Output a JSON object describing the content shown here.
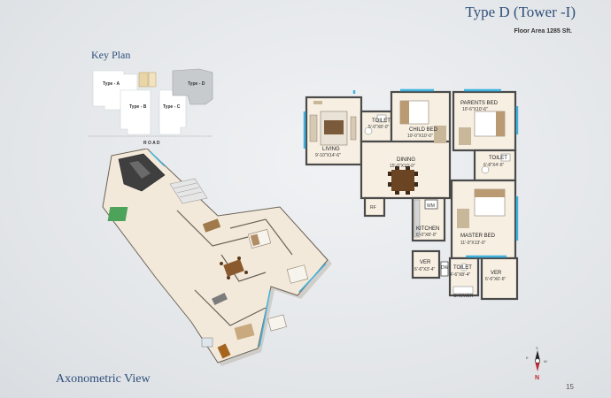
{
  "header": {
    "title": "Type D (Tower -I)",
    "floor_area": "Floor Area 1285 Sft."
  },
  "key_plan": {
    "title": "Key Plan",
    "units": [
      "Type - A",
      "Type - B",
      "Type - C",
      "Type - D"
    ],
    "road_label": "R O A D"
  },
  "floor_plan": {
    "rooms": [
      {
        "name": "TOILET",
        "dim": "5'-0\"X8'-0\""
      },
      {
        "name": "CHILD BED",
        "dim": "10'-0\"X10'-0\""
      },
      {
        "name": "PARENTS BED",
        "dim": "10'-6\"X10'-6\""
      },
      {
        "name": "LIVING",
        "dim": "9'-10\"X14'-6\""
      },
      {
        "name": "DINING",
        "dim": "15'-0\"X10'-0\""
      },
      {
        "name": "TOILET",
        "dim": "6'-8\"X4'-6\""
      },
      {
        "name": "KITCHEN",
        "dim": "6'-0\"X8'-0\""
      },
      {
        "name": "MASTER BED",
        "dim": "11'-0\"X13'-0\""
      },
      {
        "name": "VER",
        "dim": "6'-6\"X3'-4\""
      },
      {
        "name": "TOILET",
        "dim": "4'-6\"X8'-4\""
      },
      {
        "name": "VER",
        "dim": "6'-6\"X6'-6\""
      }
    ],
    "small_labels": {
      "rf": "RF",
      "wm": "WM",
      "shower": "SHOWER",
      "dw": "DW"
    }
  },
  "compass": {
    "north": "N",
    "east": "E",
    "west": "W",
    "south": "S"
  },
  "axonometric_title": "Axonometric View",
  "page_number": "15",
  "colors": {
    "heading": "#2f4f7a",
    "wall": "#4a4a4a",
    "floor": "#f7efe2",
    "window": "#3fb3e0"
  }
}
